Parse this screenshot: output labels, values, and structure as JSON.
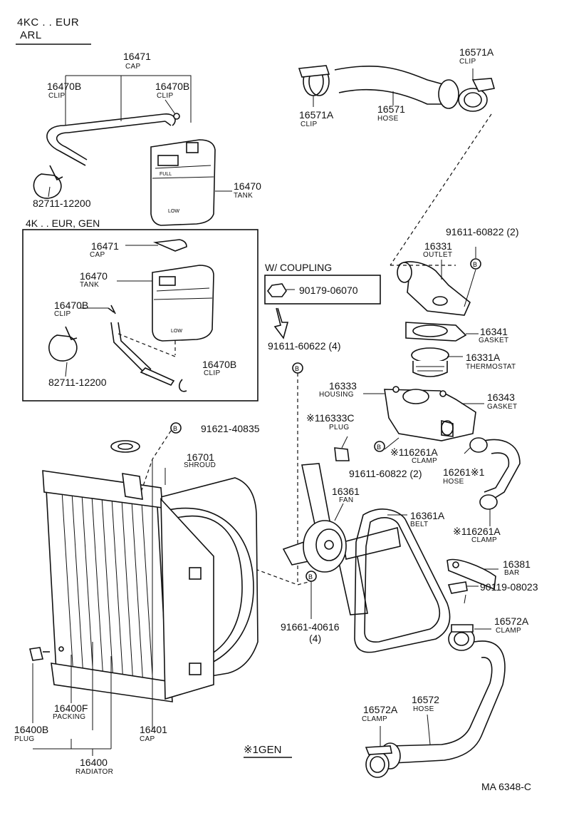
{
  "header": {
    "line1": "4KC . . EUR",
    "line2": "ARL"
  },
  "box_title": "4K . . EUR, GEN",
  "coupling": {
    "title": "W/ COUPLING",
    "part": "90179-06070"
  },
  "bolt_symbol": "B",
  "legend": {
    "mark": "※1",
    "text": "GEN"
  },
  "diagram_code": "MA  6348-C",
  "parts": {
    "top_cap_num": "16471",
    "top_cap_name": "CAP",
    "top_clip_a_num": "16470B",
    "top_clip_a_name": "CLIP",
    "top_clip_b_num": "16470B",
    "top_clip_b_name": "CLIP",
    "top_tank_num": "16470",
    "top_tank_name": "TANK",
    "top_clamp_num": "82711-12200",
    "box_cap_num": "16471",
    "box_cap_name": "CAP",
    "box_tank_num": "16470",
    "box_tank_name": "TANK",
    "box_clip_a_num": "16470B",
    "box_clip_a_name": "CLIP",
    "box_clip_b_num": "16470B",
    "box_clip_b_name": "CLIP",
    "box_clamp_num": "82711-12200",
    "hose_clip_a_num": "16571A",
    "hose_clip_a_name": "CLIP",
    "hose_clip_b_num": "16571A",
    "hose_clip_b_name": "CLIP",
    "hose_num": "16571",
    "hose_name": "HOSE",
    "outlet_bolt_num": "91611-60822 (2)",
    "outlet_num": "16331",
    "outlet_name": "OUTLET",
    "bolt_91611_num": "91611-60622 (4)",
    "gasket_num": "16341",
    "gasket_name": "GASKET",
    "thermostat_num": "16331A",
    "thermostat_name": "THERMOSTAT",
    "housing_num": "16333",
    "housing_name": "HOUSING",
    "housing_gasket_num": "16343",
    "housing_gasket_name": "GASKET",
    "plug_num": "※116333C",
    "plug_name": "PLUG",
    "clamp_a_num": "※116261A",
    "clamp_a_name": "CLAMP",
    "housing_bolt_num": "91611-60822 (2)",
    "bypass_hose_num": "16261※1",
    "bypass_hose_name": "HOSE",
    "clamp_b_num": "※116261A",
    "clamp_b_name": "CLAMP",
    "rad_bolt_num": "91621-40835",
    "shroud_num": "16701",
    "shroud_name": "SHROUD",
    "fan_num": "16361",
    "fan_name": "FAN",
    "belt_num": "16361A",
    "belt_name": "BELT",
    "bar_num": "16381",
    "bar_name": "BAR",
    "bar_bolt_num": "90119-08023",
    "fan_bolt_num": "91661-40616",
    "fan_bolt_qty": "(4)",
    "lower_clamp_a_num": "16572A",
    "lower_clamp_a_name": "CLAMP",
    "lower_clamp_b_num": "16572A",
    "lower_clamp_b_name": "CLAMP",
    "lower_hose_num": "16572",
    "lower_hose_name": "HOSE",
    "packing_num": "16400F",
    "packing_name": "PACKING",
    "plug_b_num": "16400B",
    "plug_b_name": "PLUG",
    "rad_cap_num": "16401",
    "rad_cap_name": "CAP",
    "radiator_num": "16400",
    "radiator_name": "RADIATOR"
  }
}
